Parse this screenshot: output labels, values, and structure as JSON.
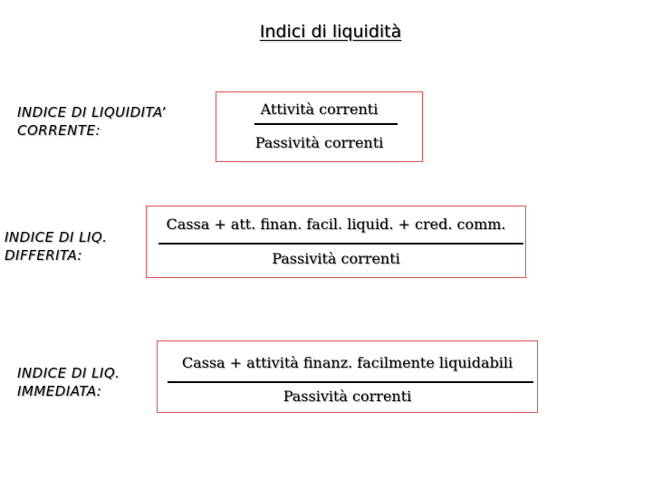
{
  "title": "Indici di liquidità",
  "indices": [
    {
      "label_line1": "INDICE DI LIQUIDITA’",
      "label_line2": "CORRENTE:",
      "numerator": "Attività correnti",
      "denominator": "Passività correnti"
    },
    {
      "label_line1": "INDICE DI LIQ.",
      "label_line2": "DIFFERITA:",
      "numerator": "Cassa + att. finan. facil. liquid. + cred. comm.",
      "denominator": "Passività correnti"
    },
    {
      "label_line1": "INDICE DI LIQ.",
      "label_line2": "IMMEDIATA:",
      "numerator": "Cassa + attività finanz. facilmente liquidabili",
      "denominator": "Passività correnti"
    }
  ],
  "colors": {
    "box_border": "#e05050",
    "text": "#000000",
    "background": "#ffffff"
  }
}
